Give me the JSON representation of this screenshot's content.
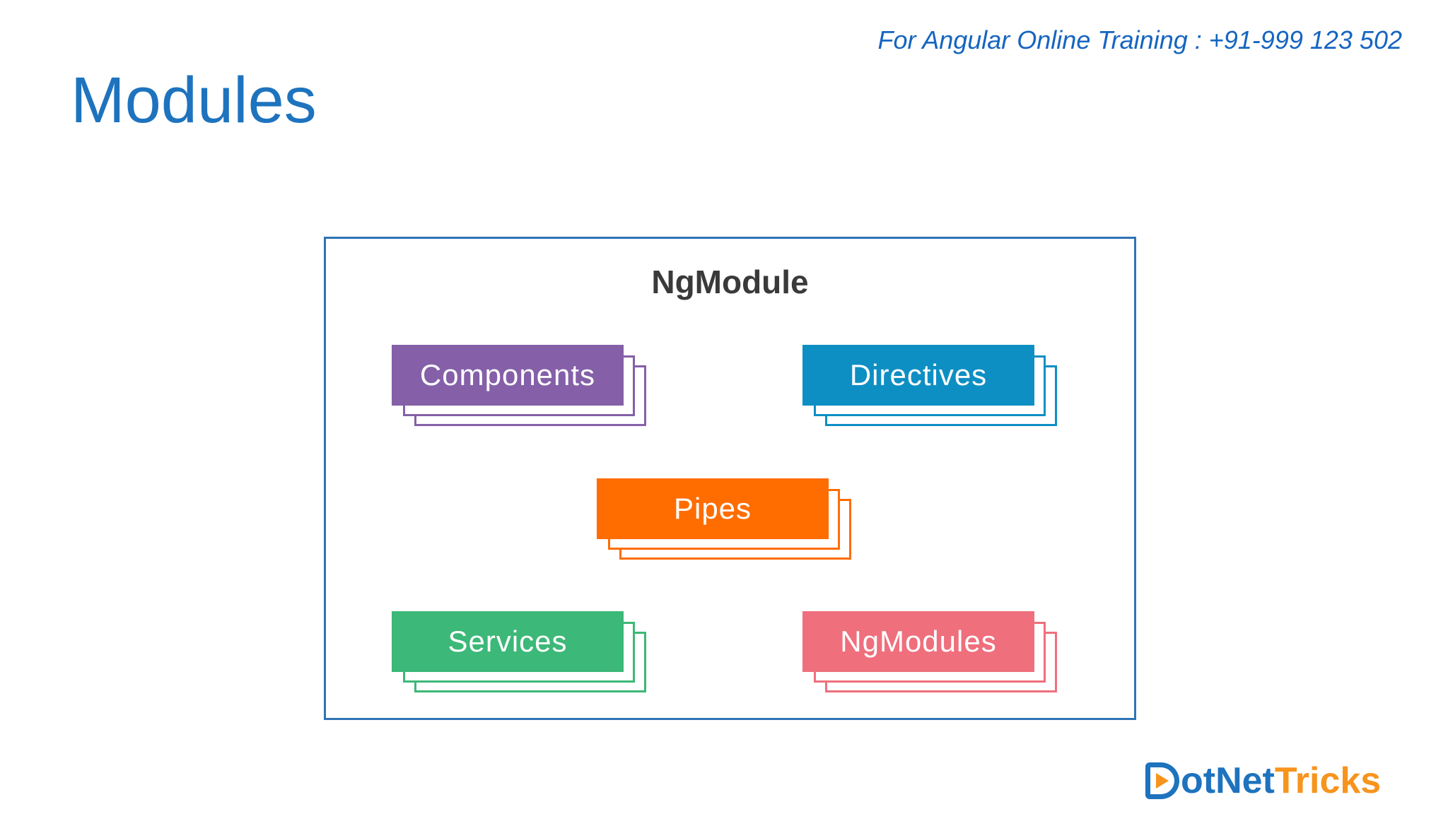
{
  "header": {
    "training_note": "For Angular Online Training : +91-999 123 502",
    "title": "Modules"
  },
  "diagram": {
    "frame_title": "NgModule",
    "boxes": [
      {
        "label": "Components",
        "color": "#8560a8"
      },
      {
        "label": "Directives",
        "color": "#0e8fc3"
      },
      {
        "label": "Pipes",
        "color": "#ff6d00"
      },
      {
        "label": "Services",
        "color": "#3cb878"
      },
      {
        "label": "NgModules",
        "color": "#ef6f7d"
      }
    ]
  },
  "logo": {
    "part1": "otNet",
    "part2": "Tricks",
    "icon": "play-icon",
    "colors": {
      "primary": "#1e73be",
      "accent": "#f7941d"
    }
  }
}
